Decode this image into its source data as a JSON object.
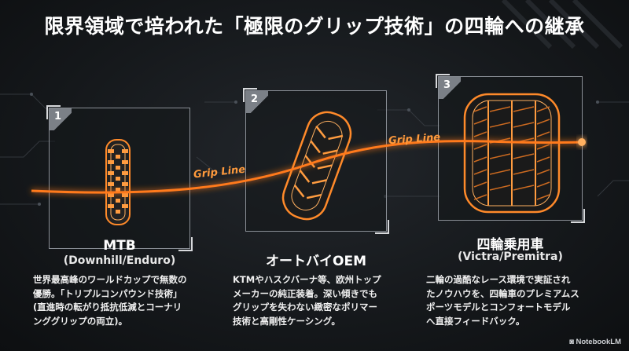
{
  "title": "限界領域で培われた「極限のグリップ技術」の四輪への継承",
  "grip_label_1": "Grip Line",
  "grip_label_2": "Grip Line",
  "colors": {
    "accent": "#ff7a1a",
    "background": "#15181b"
  },
  "cards": [
    {
      "number": "1",
      "icon": "mtb-tire-icon",
      "title": "MTB",
      "subtitle": "(Downhill/Enduro)",
      "description": [
        "世界最高峰のワールドカップで無数の",
        "優勝。「トリプルコンパウンド技術」",
        "(直進時の転がり抵抗低減とコーナリ",
        "ンググリップの両立)。"
      ]
    },
    {
      "number": "2",
      "icon": "motorcycle-tire-icon",
      "title": "オートバイOEM",
      "subtitle": "",
      "description": [
        "KTMやハスクバーナ等、欧州トップ",
        "メーカーの純正装着。深い傾きでも",
        "グリップを失わない緻密なポリマー",
        "技術と高剛性ケーシング。"
      ]
    },
    {
      "number": "3",
      "icon": "car-tire-icon",
      "title": "四輪乗用車",
      "subtitle": "(Victra/Premitra)",
      "description": [
        "二輪の過酷なレース環境で実証され",
        "たノウハウを、四輪車のプレミアムス",
        "ポーツモデルとコンフォートモデル",
        "へ直接フィードバック。"
      ]
    }
  ],
  "brand": "NotebookLM"
}
